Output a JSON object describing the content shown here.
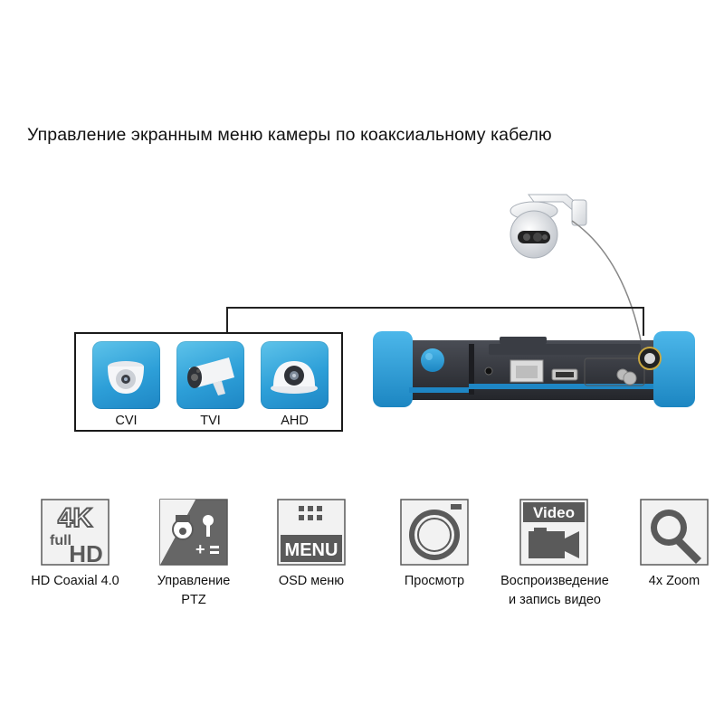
{
  "title": "Управление экранным меню камеры по коаксиальному кабелю",
  "cameras": [
    {
      "label": "CVI",
      "icon": "dome-camera-icon"
    },
    {
      "label": "TVI",
      "icon": "bullet-camera-icon"
    },
    {
      "label": "AHD",
      "icon": "eyeball-camera-icon"
    }
  ],
  "features": [
    {
      "label_line1": "HD Coaxial 4.0",
      "label_line2": "",
      "icon": "4k-full-hd-icon",
      "icon_text_top": "4K",
      "icon_text_mid": "full",
      "icon_text_bottom": "HD"
    },
    {
      "label_line1": "Управление",
      "label_line2": "PTZ",
      "icon": "ptz-control-icon"
    },
    {
      "label_line1": "OSD меню",
      "label_line2": "",
      "icon": "osd-menu-icon",
      "icon_text": "MENU"
    },
    {
      "label_line1": "Просмотр",
      "label_line2": "",
      "icon": "preview-camera-icon"
    },
    {
      "label_line1": "Воспроизведение",
      "label_line2": "и запись видео",
      "icon": "video-record-icon",
      "icon_text": "Video"
    },
    {
      "label_line1": "4x Zoom",
      "label_line2": "",
      "icon": "zoom-magnifier-icon"
    }
  ],
  "colors": {
    "tile_blue": "#2d9fd8",
    "device_blue": "#2aa1dd",
    "device_dark": "#2b2d33",
    "icon_gray": "#5a5a5a"
  }
}
